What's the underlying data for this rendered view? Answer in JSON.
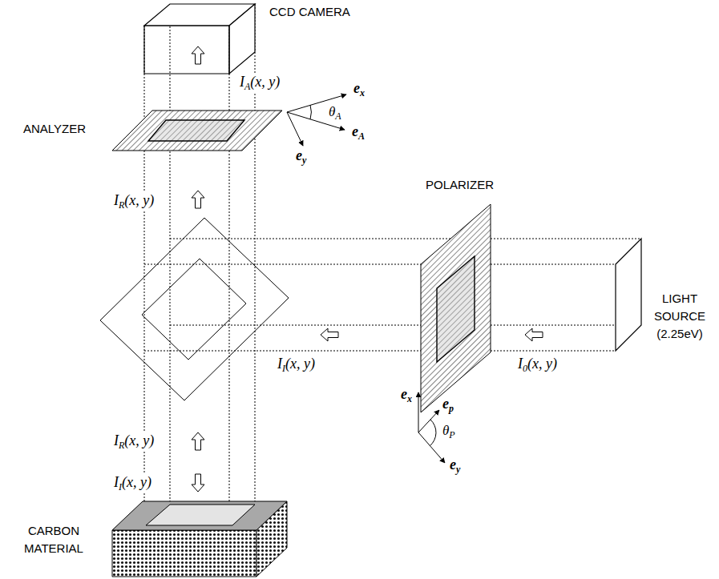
{
  "diagram": {
    "labels": [
      "CCD CAMERA",
      "IA(x, y)",
      "ANALYZER",
      "ex",
      "θA",
      "eA",
      "ey",
      "IR(x, y)",
      "POLARIZER",
      "II(x, y)",
      "I0(x, y)",
      "LIGHT SOURCE (2.25eV)",
      "ex",
      "ep",
      "θP",
      "ey",
      "IR(x, y)",
      "II(x, y)",
      "CARBON MATERIAL"
    ]
  }
}
